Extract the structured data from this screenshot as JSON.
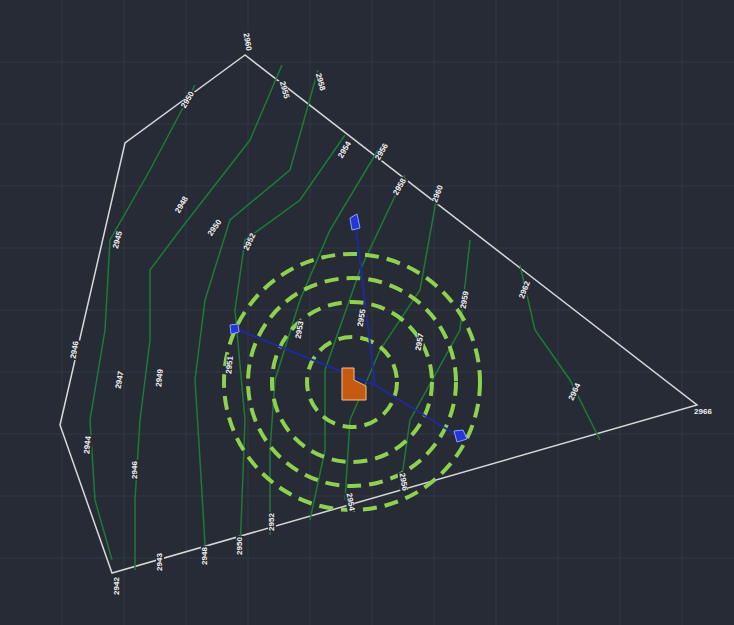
{
  "diagram": {
    "labels": [
      "2960",
      "2950",
      "2955",
      "2958",
      "2945",
      "2948",
      "2950",
      "2952",
      "2954",
      "2956",
      "2958",
      "2960",
      "2946",
      "2947",
      "2949",
      "2951",
      "2953",
      "2955",
      "2957",
      "2959",
      "2962",
      "2964",
      "2944",
      "2946",
      "2948",
      "2950",
      "2952",
      "2954",
      "2956",
      "2966",
      "2942",
      "2943"
    ]
  }
}
